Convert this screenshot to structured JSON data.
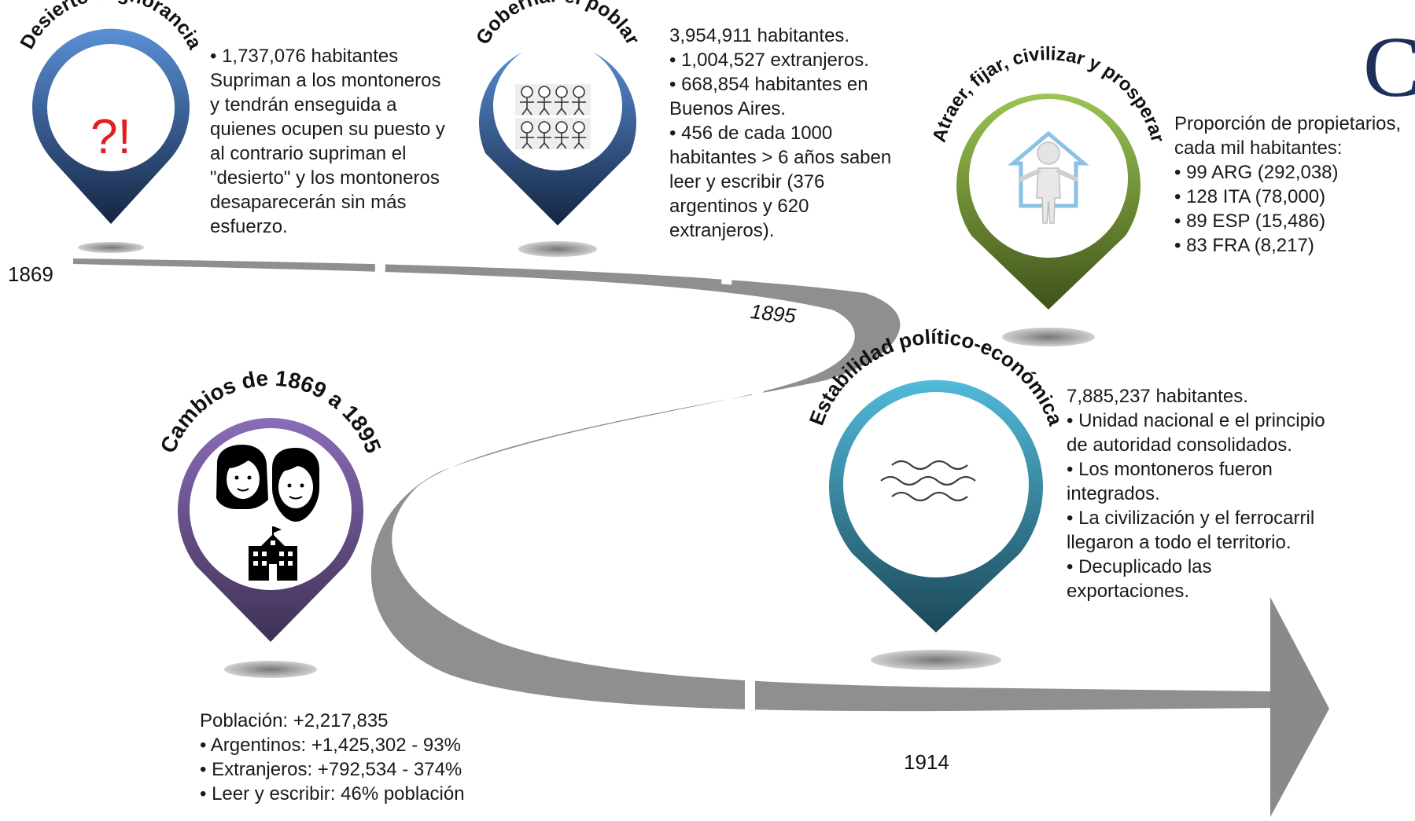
{
  "years": {
    "start": "1869",
    "mid": "1895",
    "end": "1914"
  },
  "corner_letter": "C",
  "colors": {
    "road": "#8f8f8f",
    "arrow_head": "#8a8a8a",
    "blue": "#4a7cc0",
    "navy": "#1c2f52",
    "green": "#8db64a",
    "olive": "#4a5f22",
    "purple": "#7c62a6",
    "dark_purple": "#4a3a62",
    "teal": "#4aaed0",
    "dark_teal": "#1f5062",
    "accent_red": "#e11f1f"
  },
  "pins": [
    {
      "id": "pin1",
      "title": "Desierto e ignorancia",
      "icon": "question-exclamation-icon",
      "symbol": "?!",
      "small_mark": "8"
    },
    {
      "id": "pin2",
      "title": "Gobernar el poblar",
      "icon": "children-drawing-icon"
    },
    {
      "id": "pin3",
      "title": "Atraer, fijar, civilizar y prosperar",
      "icon": "person-house-icon"
    },
    {
      "id": "pin4",
      "title": "Cambios de 1869 a 1895",
      "icon": "people-school-icon"
    },
    {
      "id": "pin5",
      "title": "Estabilidad político-económica",
      "icon": "waves-icon"
    }
  ],
  "texts": {
    "desierto": [
      "• 1,737,076 habitantes",
      "Supriman a los montoneros",
      "y tendrán enseguida a",
      "quienes ocupen su puesto y",
      "al contrario supriman el",
      "\"desierto\" y los montoneros",
      "desaparecerán sin más",
      "esfuerzo."
    ],
    "gobernar": [
      "3,954,911 habitantes.",
      "• 1,004,527 extranjeros.",
      "• 668,854 habitantes en",
      "Buenos Aires.",
      "• 456 de cada 1000",
      "habitantes > 6 años  saben",
      "leer y escribir (376",
      "argentinos y 620",
      "extranjeros)."
    ],
    "propietarios": [
      "Proporción de propietarios,",
      "cada mil habitantes:",
      "• 99 ARG (292,038)",
      "• 128 ITA (78,000)",
      "• 89 ESP (15,486)",
      "• 83 FRA (8,217)"
    ],
    "estabilidad": [
      "7,885,237 habitantes.",
      "• Unidad nacional e el principio",
      "de autoridad consolidados.",
      "• Los montoneros fueron",
      "integrados.",
      "• La civilización y el ferrocarril",
      "llegaron a todo el territorio.",
      "• Decuplicado las",
      "exportaciones."
    ],
    "cambios": [
      "Población: +2,217,835",
      "• Argentinos: +1,425,302 - 93%",
      "• Extranjeros: +792,534 - 374%",
      "• Leer y escribir: 46% población"
    ]
  }
}
